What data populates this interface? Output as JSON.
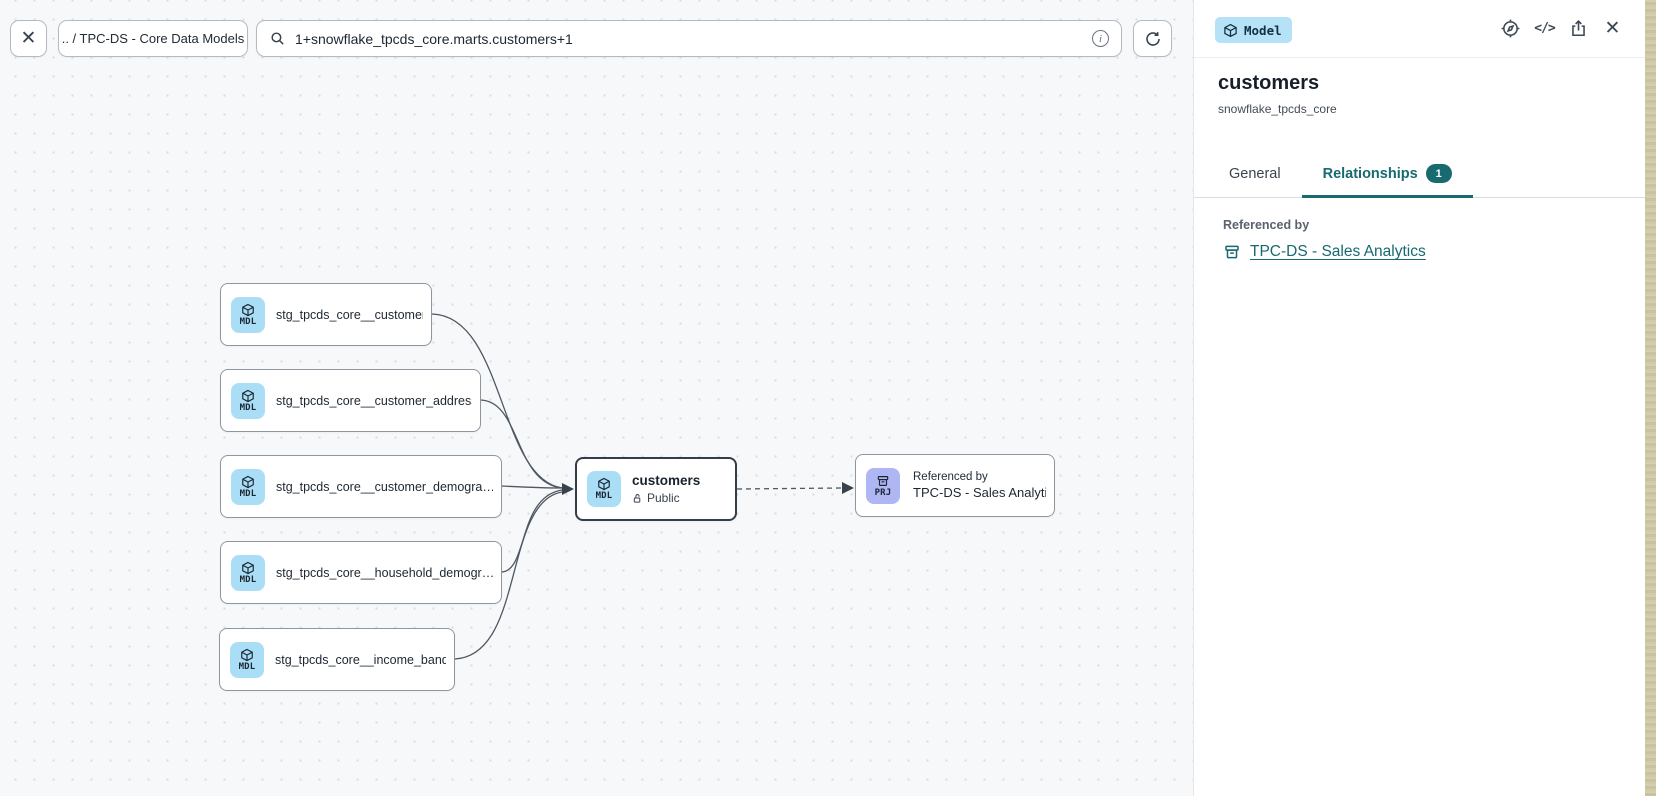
{
  "icons": {
    "close": "✕",
    "code": "</>",
    "info": "i"
  },
  "colors": {
    "teal": "#176a70",
    "model_badge_bg": "#b6e2f7",
    "mdl_tile_bg": "#a9def6",
    "prj_tile_bg": "#aeb7f4",
    "canvas_bg": "#f7f8fa",
    "selected_border": "#333e4a"
  },
  "toolbar": {
    "breadcrumb": ".. / TPC-DS - Core Data Models",
    "search_value": "1+snowflake_tpcds_core.marts.customers+1"
  },
  "canvas": {
    "nodes": [
      {
        "type": "MDL",
        "label": "stg_tpcds_core__customer"
      },
      {
        "type": "MDL",
        "label": "stg_tpcds_core__customer_address"
      },
      {
        "type": "MDL",
        "label": "stg_tpcds_core__customer_demogra…"
      },
      {
        "type": "MDL",
        "label": "stg_tpcds_core__household_demogr…"
      },
      {
        "type": "MDL",
        "label": "stg_tpcds_core__income_band"
      },
      {
        "type": "MDL",
        "label": "customers",
        "sublabel": "Public",
        "selected": true
      },
      {
        "type": "PRJ",
        "label": "TPC-DS - Sales Analytics",
        "sublabel": "Referenced by"
      }
    ]
  },
  "panel": {
    "badge_label": "Model",
    "title": "customers",
    "subtitle": "snowflake_tpcds_core",
    "tabs": [
      {
        "label": "General",
        "active": false
      },
      {
        "label": "Relationships",
        "active": true,
        "badge": "1"
      }
    ],
    "section_label": "Referenced by",
    "link_label": "TPC-DS - Sales Analytics"
  }
}
